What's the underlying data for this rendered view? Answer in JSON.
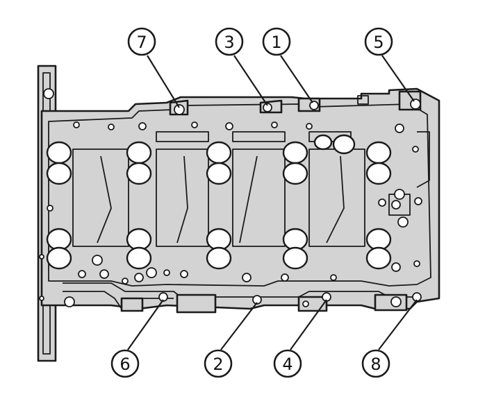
{
  "callouts": [
    {
      "label": "7"
    },
    {
      "label": "3"
    },
    {
      "label": "1"
    },
    {
      "label": "5"
    },
    {
      "label": "6"
    },
    {
      "label": "2"
    },
    {
      "label": "4"
    },
    {
      "label": "8"
    }
  ]
}
